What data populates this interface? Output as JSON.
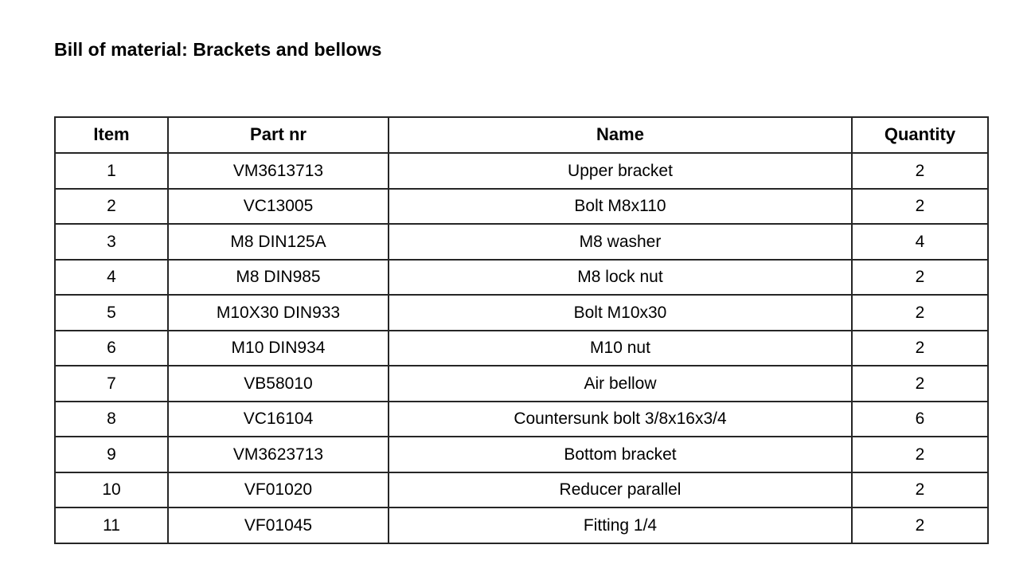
{
  "document": {
    "title": "Bill of material: Brackets and bellows",
    "background_color": "#ffffff",
    "text_color": "#000000",
    "border_color": "#262626"
  },
  "table": {
    "columns": [
      {
        "key": "item",
        "label": "Item"
      },
      {
        "key": "part_nr",
        "label": "Part nr"
      },
      {
        "key": "name",
        "label": "Name"
      },
      {
        "key": "quantity",
        "label": "Quantity"
      }
    ],
    "rows": [
      {
        "item": "1",
        "part_nr": "VM3613713",
        "name": "Upper bracket",
        "quantity": "2"
      },
      {
        "item": "2",
        "part_nr": "VC13005",
        "name": "Bolt M8x110",
        "quantity": "2"
      },
      {
        "item": "3",
        "part_nr": "M8 DIN125A",
        "name": "M8 washer",
        "quantity": "4"
      },
      {
        "item": "4",
        "part_nr": "M8 DIN985",
        "name": "M8 lock nut",
        "quantity": "2"
      },
      {
        "item": "5",
        "part_nr": "M10X30 DIN933",
        "name": "Bolt M10x30",
        "quantity": "2"
      },
      {
        "item": "6",
        "part_nr": "M10 DIN934",
        "name": "M10 nut",
        "quantity": "2"
      },
      {
        "item": "7",
        "part_nr": "VB58010",
        "name": "Air bellow",
        "quantity": "2"
      },
      {
        "item": "8",
        "part_nr": "VC16104",
        "name": "Countersunk bolt 3/8x16x3/4",
        "quantity": "6"
      },
      {
        "item": "9",
        "part_nr": "VM3623713",
        "name": "Bottom bracket",
        "quantity": "2"
      },
      {
        "item": "10",
        "part_nr": "VF01020",
        "name": "Reducer parallel",
        "quantity": "2"
      },
      {
        "item": "11",
        "part_nr": "VF01045",
        "name": "Fitting 1/4",
        "quantity": "2"
      }
    ]
  }
}
